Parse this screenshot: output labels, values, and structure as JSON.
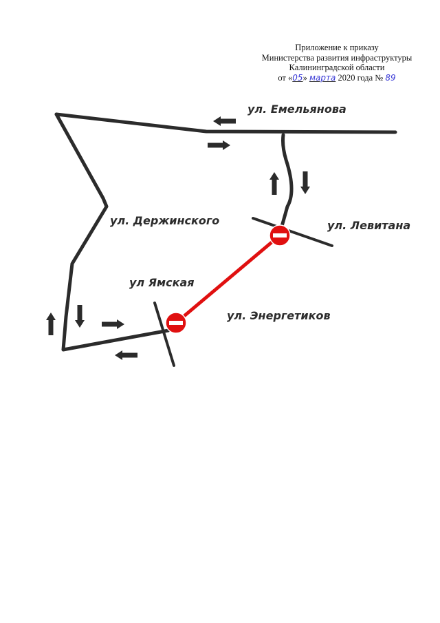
{
  "header": {
    "line1": "Приложение к приказу",
    "line2": "Министерства развития инфраструктуры",
    "line3": "Калининградской области",
    "date_prefix": "от «",
    "date_day": "05",
    "date_mid": "»",
    "date_month": "марта",
    "date_suffix": "2020 года №",
    "order_number": "89"
  },
  "streets": {
    "emelyanova": "ул. Емельянова",
    "derzhinskogo": "ул. Держинского",
    "levitana": "ул. Левитана",
    "yamskaya": "ул Ямская",
    "energetikov": "ул. Энергетиков"
  },
  "colors": {
    "road": "#2b2b2b",
    "closed_segment": "#e01010",
    "no_entry_sign": "#e01010",
    "arrow": "#2b2b2b",
    "handwriting": "#3b3bd6"
  },
  "icons": {
    "no_entry": "no-entry-sign-icon",
    "arrow": "direction-arrow-icon"
  }
}
